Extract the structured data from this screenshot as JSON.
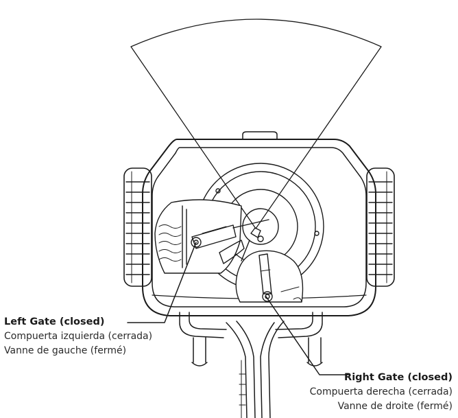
{
  "callouts": {
    "left": {
      "title": "Left Gate (closed)",
      "es": "Compuerta izquierda (cerrada)",
      "fr": "Vanne de gauche (fermé)"
    },
    "right": {
      "title": "Right Gate (closed)",
      "es": "Compuerta derecha (cerrada)",
      "fr": "Vanne de droite (fermé)"
    }
  },
  "colors": {
    "stroke": "#1a1a1a",
    "background": "#ffffff"
  }
}
